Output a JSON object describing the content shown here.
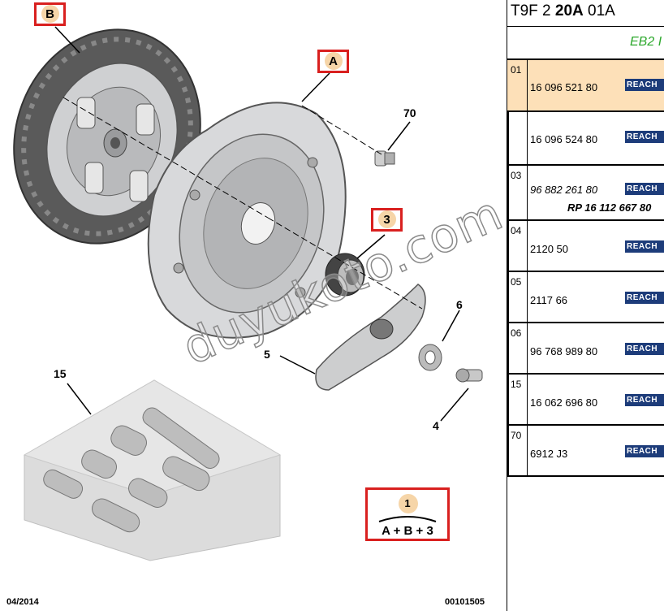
{
  "diagram": {
    "callouts": {
      "b": "B",
      "a": "A",
      "three": "3"
    },
    "numbers": {
      "n70": "70",
      "n6": "6",
      "n5": "5",
      "n4": "4",
      "n15": "15"
    },
    "kit": {
      "number": "1",
      "formula": "A + B + 3"
    },
    "watermark": "duyukoto.com",
    "footer": {
      "date": "04/2014",
      "code": "00101505"
    }
  },
  "panel": {
    "header": {
      "prefix": "T9F 2 ",
      "bold": "20A",
      "suffix": " 01A"
    },
    "engine": "EB2 I",
    "reach_label": "REACH",
    "highlight_color": "#fde0b8",
    "rows": [
      {
        "index": "01",
        "ref": "16 096 521 80",
        "highlight": true
      },
      {
        "index": "",
        "ref": "16 096 524 80"
      },
      {
        "index": "03",
        "ref": "96 882 261 80",
        "alt_ref": "RP 16 112 667 80"
      },
      {
        "index": "04",
        "ref": "2120 50"
      },
      {
        "index": "05",
        "ref": "2117 66"
      },
      {
        "index": "06",
        "ref": "96 768 989 80"
      },
      {
        "index": "15",
        "ref": "16 062 696 80"
      },
      {
        "index": "70",
        "ref": "6912 J3"
      }
    ]
  }
}
